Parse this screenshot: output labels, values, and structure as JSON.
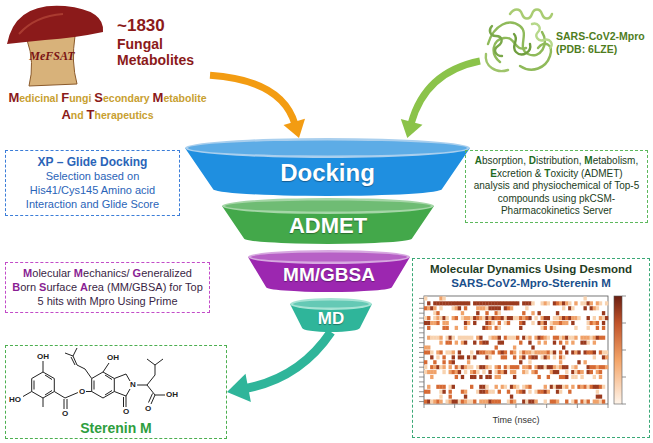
{
  "diagram": {
    "nodes": [
      {
        "text": [
          "MeFSAT",
          "~1830 Fungal Metabolites",
          "Medicinal Fungi Secondary Metabolite And Therapeutics"
        ]
      },
      {
        "text": [
          "SARS-CoV2-Mpro (PDB: 6LZE)"
        ]
      },
      {
        "text": [
          "XP – Glide Docking",
          "Selection based on His41/Cys145 Amino acid Interaction and Glide Score"
        ]
      },
      {
        "text": [
          "Docking"
        ]
      },
      {
        "text": [
          "Absorption, Distribution, Metabolism, Excretion & Toxicity (ADMET) analysis and physiochemical of Top-5 compounds using pkCSM-Pharmacokinetics Server"
        ]
      },
      {
        "text": [
          "ADMET"
        ]
      },
      {
        "text": [
          "Molecular Mechanics/ Generalized Born Surface Area (MM/GBSA) for Top 5 hits with Mpro Using Prime"
        ]
      },
      {
        "text": [
          "MM/GBSA"
        ]
      },
      {
        "text": [
          "Molecular Dynamics Using Desmond",
          "SARS-CoV2-Mpro-Sterenin M"
        ]
      },
      {
        "text": [
          "MD"
        ]
      },
      {
        "text": [
          "Sterenin M"
        ]
      }
    ],
    "edges": [
      {
        "from": 0,
        "to": 3,
        "arrow": "to"
      },
      {
        "from": 1,
        "to": 3,
        "arrow": "to"
      },
      {
        "from": 9,
        "to": 10,
        "arrow": "to"
      }
    ],
    "labels": [
      "OH",
      "HO",
      "O",
      "O",
      "OH",
      "N",
      "O",
      "O",
      "OH",
      "Time (nsec)"
    ]
  }
}
